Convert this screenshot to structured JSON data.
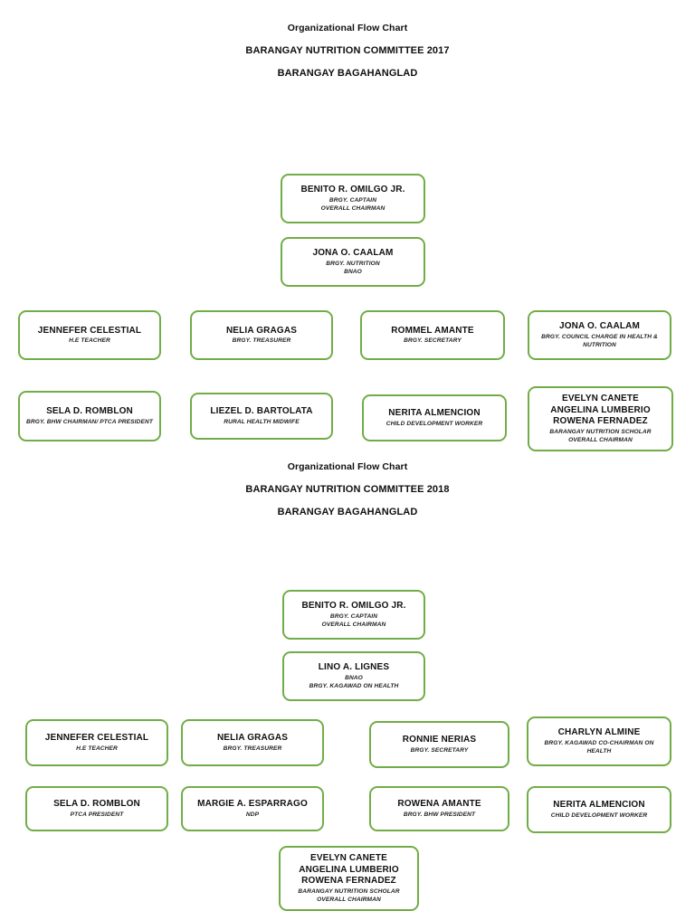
{
  "page": {
    "background_color": "#ffffff",
    "box_border_color": "#70ad47"
  },
  "charts": [
    {
      "id": "chart-2017",
      "titles": {
        "line1": "Organizational Flow Chart",
        "line2": "BARANGAY NUTRITION COMMITTEE 2017",
        "line3": "BARANGAY BAGAHANGLAD"
      },
      "nodes": [
        {
          "name": "BENITO R.  OMILGO JR.",
          "roles": [
            "BRGY. CAPTAIN",
            "OVERALL CHAIRMAN"
          ]
        },
        {
          "name": "JONA O.  CAALAM",
          "roles": [
            "BRGY. NUTRITION",
            "BNAO"
          ]
        },
        {
          "name": "JENNEFER CELESTIAL",
          "roles": [
            "H.E TEACHER"
          ]
        },
        {
          "name": "NELIA GRAGAS",
          "roles": [
            "BRGY. TREASURER"
          ]
        },
        {
          "name": "ROMMEL AMANTE",
          "roles": [
            "BRGY. SECRETARY"
          ]
        },
        {
          "name": "JONA O.  CAALAM",
          "roles": [
            "BRGY. COUNCIL CHARGE IN HEALTH & NUTRITION"
          ]
        },
        {
          "name": "SELA D. ROMBLON",
          "roles": [
            "BRGY. BHW CHAIRMAN/ PTCA PRESIDENT"
          ]
        },
        {
          "name": "LIEZEL D. BARTOLATA",
          "roles": [
            "RURAL HEALTH MIDWIFE"
          ]
        },
        {
          "name": "NERITA ALMENCION",
          "roles": [
            "CHILD DEVELOPMENT WORKER"
          ]
        },
        {
          "name": "EVELYN CANETE\nANGELINA LUMBERIO\nROWENA FERNADEZ",
          "roles": [
            "BARANGAY NUTRITION SCHOLAR",
            "OVERALL CHAIRMAN"
          ]
        }
      ]
    },
    {
      "id": "chart-2018",
      "titles": {
        "line1": "Organizational Flow Chart",
        "line2": "BARANGAY NUTRITION COMMITTEE 2018",
        "line3": "BARANGAY BAGAHANGLAD"
      },
      "nodes": [
        {
          "name": "BENITO R.  OMILGO JR.",
          "roles": [
            "BRGY. CAPTAIN",
            "OVERALL CHAIRMAN"
          ]
        },
        {
          "name": "LINO A.  LIGNES",
          "roles": [
            "BNAO",
            "BRGY. KAGAWAD ON HEALTH"
          ]
        },
        {
          "name": "JENNEFER CELESTIAL",
          "roles": [
            "H.E TEACHER"
          ]
        },
        {
          "name": "NELIA GRAGAS",
          "roles": [
            "BRGY. TREASURER"
          ]
        },
        {
          "name": "RONNIE NERIAS",
          "roles": [
            "BRGY. SECRETARY"
          ]
        },
        {
          "name": "CHARLYN ALMINE",
          "roles": [
            "BRGY. KAGAWAD CO-CHAIRMAN ON HEALTH"
          ]
        },
        {
          "name": "SELA D. ROMBLON",
          "roles": [
            "PTCA PRESIDENT"
          ]
        },
        {
          "name": "MARGIE A.  ESPARRAGO",
          "roles": [
            "NDP"
          ]
        },
        {
          "name": "ROWENA AMANTE",
          "roles": [
            "BRGY. BHW PRESIDENT"
          ]
        },
        {
          "name": "NERITA ALMENCION",
          "roles": [
            "CHILD DEVELOPMENT WORKER"
          ]
        },
        {
          "name": "EVELYN CANETE\nANGELINA LUMBERIO\nROWENA FERNADEZ",
          "roles": [
            "BARANGAY NUTRITION SCHOLAR",
            "OVERALL CHAIRMAN"
          ]
        }
      ]
    }
  ]
}
